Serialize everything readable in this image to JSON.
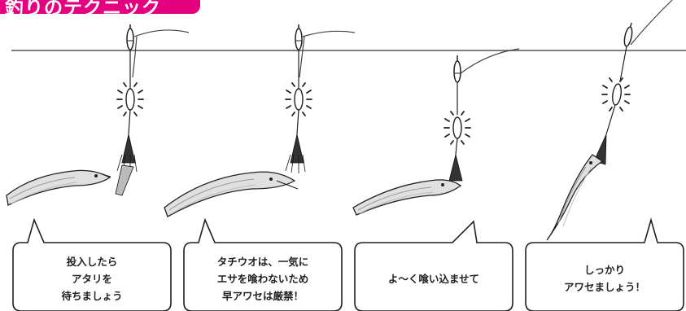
{
  "title": "釣りのテクニック",
  "colors": {
    "banner": "#e5007f",
    "ink": "#231f20",
    "line": "#555555",
    "fish_body": "#d9d9d9",
    "bubble_fill": "#ffffff"
  },
  "steps": [
    {
      "text": "投入したら\nアタリを\n待ちましょう",
      "state": "float-at-surface"
    },
    {
      "text": "タチウオは、一気に\nエサを喰わないため\n早アワセは厳禁！",
      "state": "fish-biting"
    },
    {
      "text": "よ～く喰い込ませて",
      "state": "float-sinking"
    },
    {
      "text": "しっかり\nアワセましょう！",
      "state": "hook-set"
    }
  ]
}
